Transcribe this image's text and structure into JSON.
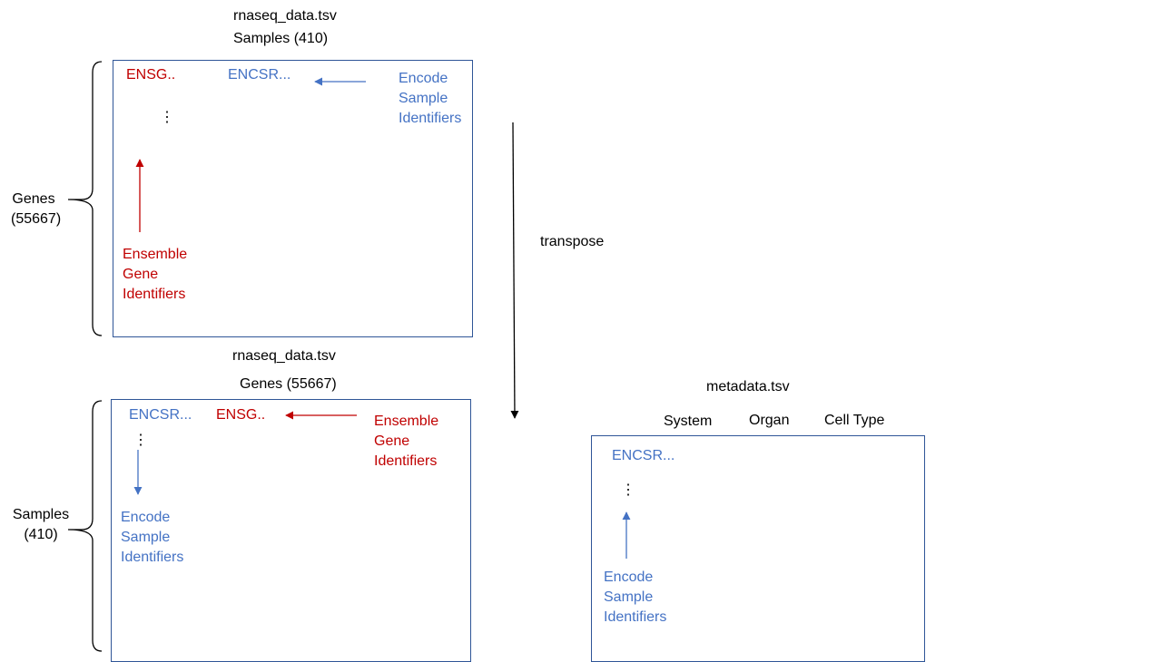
{
  "top_table": {
    "file_label": "rnaseq_data.tsv",
    "columns_label": "Samples (410)",
    "rows_label_line1": "Genes",
    "rows_label_line2": "(55667)",
    "gene_id_header": "ENSG..",
    "sample_id_header": "ENCSR...",
    "ellipsis": "⋮",
    "sample_annotation": [
      "Encode",
      "Sample",
      "Identifiers"
    ],
    "gene_annotation": [
      "Ensemble",
      "Gene",
      "Identifiers"
    ]
  },
  "transpose_label": "transpose",
  "bottom_table": {
    "file_label": "rnaseq_data.tsv",
    "columns_label": "Genes (55667)",
    "rows_label_line1": "Samples",
    "rows_label_line2": "(410)",
    "sample_id_header": "ENCSR...",
    "gene_id_header": "ENSG..",
    "ellipsis": "⋮",
    "gene_annotation": [
      "Ensemble",
      "Gene",
      "Identifiers"
    ],
    "sample_annotation": [
      "Encode",
      "Sample",
      "Identifiers"
    ]
  },
  "metadata_table": {
    "file_label": "metadata.tsv",
    "columns": [
      "System",
      "Organ",
      "Cell Type"
    ],
    "sample_id_header": "ENCSR...",
    "ellipsis": "⋮",
    "sample_annotation": [
      "Encode",
      "Sample",
      "Identifiers"
    ]
  },
  "colors": {
    "blue_text": "#4472c4",
    "red_text": "#c00000",
    "box_border": "#2f5597"
  }
}
